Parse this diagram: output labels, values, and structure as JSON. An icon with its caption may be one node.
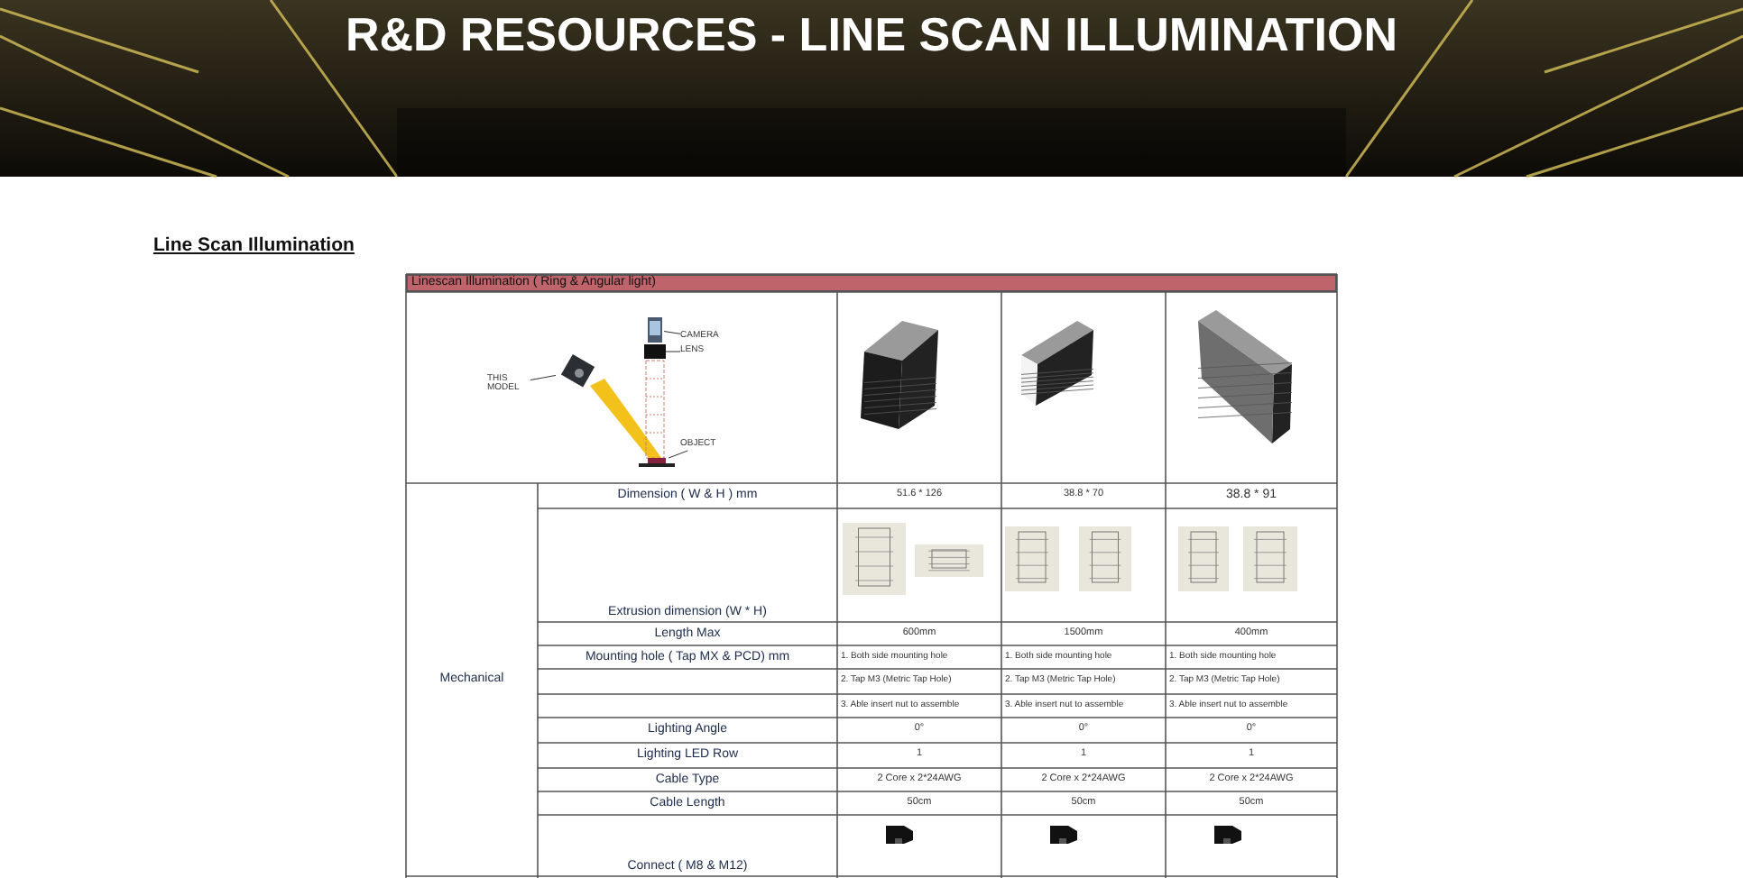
{
  "diagram": {
    "title": "R&D RESOURCES - LINE SCAN ILLUMINATION",
    "nodes": [
      {
        "text": [
          "THIS MODEL"
        ]
      },
      {
        "text": [],
        "shape": "picture"
      },
      {
        "text": [
          "CAMERA"
        ]
      },
      {
        "text": [],
        "shape": "picture"
      },
      {
        "text": [
          "LENS"
        ]
      },
      {
        "text": [],
        "shape": "picture"
      },
      {
        "text": [
          "OBJECT"
        ]
      },
      {
        "text": [],
        "shape": "picture"
      }
    ],
    "edges": [
      {
        "from": 0,
        "to": 1,
        "arrow": "none"
      },
      {
        "from": 2,
        "to": 3,
        "arrow": "none"
      },
      {
        "from": 4,
        "to": 5,
        "arrow": "none"
      },
      {
        "from": 6,
        "to": 7,
        "arrow": "none"
      }
    ],
    "labels": [
      "Line Scan Illumination",
      "Linescan Illumination ( Ring & Angular light)",
      "Mechanical",
      "Dimension ( W & H ) mm",
      "51.6 * 126",
      "38.8 * 70",
      "38.8 * 91",
      "Extrusion dimension (W * H)",
      "Length Max",
      "600mm",
      "1500mm",
      "400mm",
      "Mounting hole ( Tap MX & PCD) mm",
      "1. Both side mounting hole",
      "1. Both side mounting hole",
      "1. Both side mounting hole",
      "2. Tap M3 (Metric Tap Hole)",
      "2. Tap M3 (Metric Tap Hole)",
      "2. Tap M3 (Metric Tap Hole)",
      "3. Able insert nut to assemble",
      "3. Able insert nut to assemble",
      "3. Able insert nut to assemble",
      "Lighting Angle",
      "0°",
      "0°",
      "0°",
      "Lighting LED Row",
      "1",
      "1",
      "1",
      "Cable Type",
      "2 Core x 2*24AWG",
      "2 Core x 2*24AWG",
      "2 Core x 2*24AWG",
      "Cable Length",
      "50cm",
      "50cm",
      "50cm",
      "Connect ( M8 & M12)"
    ]
  }
}
